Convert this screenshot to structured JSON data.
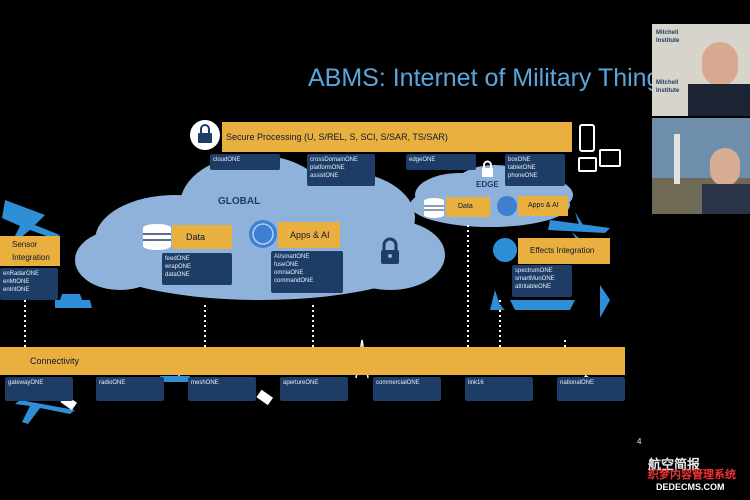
{
  "slide": {
    "title": "ABMS: Internet of Military Things",
    "page_number": "4",
    "secure_processing_label": "Secure Processing (U, S/REL, S, SCI, S/SAR, TS/SAR)",
    "global_label": "GLOBAL",
    "edge_label": "EDGE",
    "data_label": "Data",
    "apps_ai_label": "Apps & AI",
    "edge_data_label": "Data",
    "edge_apps_label": "Apps & AI",
    "sensor_integration_label": "Sensor Integration",
    "effects_integration_label": "Effects Integration",
    "connectivity_label": "Connectivity",
    "top_boxes": [
      {
        "id": "cloud",
        "lines": [
          "cloudONE"
        ]
      },
      {
        "id": "cross",
        "lines": [
          "crossDomainONE",
          "platformONE",
          "assistONE"
        ]
      },
      {
        "id": "edge",
        "lines": [
          "edgeONE"
        ]
      },
      {
        "id": "box",
        "lines": [
          "boxONE",
          "tabletONE",
          "phoneONE"
        ]
      }
    ],
    "data_items": [
      "feedONE",
      "wrapONE",
      "dataONE"
    ],
    "apps_items": [
      "AI/smartONE",
      "fuseONE",
      "omniaONE",
      "commandONE"
    ],
    "sensor_items": [
      "enRadarONE",
      "enMtONE",
      "enIntONE"
    ],
    "effects_items": [
      "spectrumONE",
      "smartMunONE",
      "attritableONE"
    ],
    "connectivity_items": [
      "gatewayONE",
      "radioONE",
      "meshONE",
      "apertureONE",
      "commercialONE",
      "link16",
      "nationalONE"
    ]
  },
  "video_panels": [
    {
      "name": "speaker-top",
      "backdrop_text": [
        "Mitchell",
        "Institute",
        "Mitchell",
        "Institute"
      ]
    },
    {
      "name": "speaker-bottom"
    }
  ],
  "watermark": {
    "text": "航空简报",
    "overlay": "织梦内容管理系统",
    "site": "DEDECMS.COM"
  },
  "colors": {
    "accent_orange": "#e9b040",
    "box_navy": "#1e3d66",
    "cloud_blue": "#8fb2da",
    "title_blue": "#5aa6dc",
    "icon_blue": "#2e8fd6"
  }
}
